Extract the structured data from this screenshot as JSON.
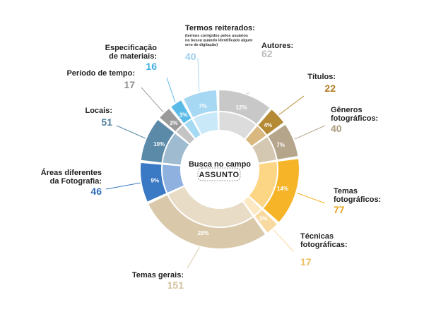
{
  "chart_data": {
    "type": "pie",
    "title": "Busca no campo",
    "subtitle": "ASSUNTO",
    "slices": [
      {
        "key": "autores",
        "label_lines": [
          "Autores:"
        ],
        "value": 62,
        "pct_label": "12%",
        "color": "#c8c8c8",
        "light": "#dcdcdc",
        "num_color": "#bcbcbc"
      },
      {
        "key": "titulos",
        "label_lines": [
          "Títulos:"
        ],
        "value": 22,
        "pct_label": "4%",
        "color": "#b58a35",
        "light": "#d9b980",
        "num_color": "#b07d22"
      },
      {
        "key": "generos",
        "label_lines": [
          "Gêneros",
          "fotográficos:"
        ],
        "value": 40,
        "pct_label": "7%",
        "color": "#b5a58a",
        "light": "#d5c8b2",
        "num_color": "#ab9a7c"
      },
      {
        "key": "temas_foto",
        "label_lines": [
          "Temas",
          "fotográficos:"
        ],
        "value": 77,
        "pct_label": "14%",
        "color": "#f6b428",
        "light": "#fcd585",
        "num_color": "#e8a418"
      },
      {
        "key": "tecnicas",
        "label_lines": [
          "Técnicas",
          "fotográficas:"
        ],
        "value": 17,
        "pct_label": "3%",
        "color": "#f8d9a0",
        "light": "#fce9c4",
        "num_color": "#f0be60"
      },
      {
        "key": "temas_gerais",
        "label_lines": [
          "Temas gerais:"
        ],
        "value": 151,
        "pct_label": "28%",
        "color": "#d9c9aa",
        "light": "#e8dcc7",
        "num_color": "#d3c19e"
      },
      {
        "key": "areas",
        "label_lines": [
          "Áreas diferentes",
          "da Fotografia:"
        ],
        "value": 46,
        "pct_label": "9%",
        "color": "#3a79c4",
        "light": "#8fb1e0",
        "num_color": "#2f6db8"
      },
      {
        "key": "locais",
        "label_lines": [
          "Locais:"
        ],
        "value": 51,
        "pct_label": "10%",
        "color": "#5b8aa8",
        "light": "#9ebbcf",
        "num_color": "#4f7f9f"
      },
      {
        "key": "periodo",
        "label_lines": [
          "Período de tempo:"
        ],
        "value": 17,
        "pct_label": "3%",
        "color": "#9a9a9a",
        "light": "#c4c4c4",
        "num_color": "#8f8f8f"
      },
      {
        "key": "especificacao",
        "label_lines": [
          "Especificação",
          "de materiais:"
        ],
        "value": 16,
        "pct_label": "3%",
        "color": "#5bbbe8",
        "light": "#a6daf3",
        "num_color": "#3fb0e3"
      },
      {
        "key": "termos",
        "label_lines": [
          "Termos reiterados:"
        ],
        "note_lines": [
          "(termos corrigidos pelos usuários",
          "na busca quando identificado algum",
          "erro de digitação)"
        ],
        "value": 40,
        "pct_label": "7%",
        "color": "#a6d8f3",
        "light": "#c9e8f8",
        "num_color": "#9fd0ee"
      }
    ]
  }
}
